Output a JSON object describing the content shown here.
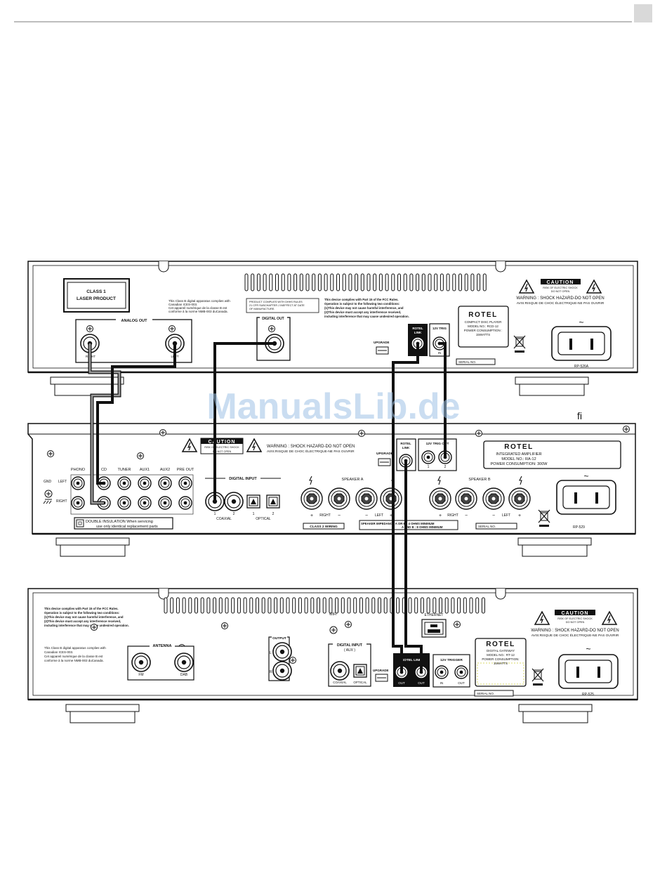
{
  "page": {
    "watermark": "ManualsLib.de",
    "stray_glyph": "ﬁ"
  },
  "cd_player": {
    "laser_label": [
      "CLASS 1",
      "LASER PRODUCT"
    ],
    "analog_out": "ANALOG OUT",
    "right": "RIGHT",
    "left": "LEFT",
    "canada_text": [
      "This Class B digital apparatus complies with",
      "Canadian ICES-003.",
      "Cet appareil numérique de la classe B est",
      "conforme à la norme NMB-003 duCanada."
    ],
    "dhhs_text": [
      "PRODUCT COMPLIES WITH DHHS RULES",
      "21 CFR SUBCHAPTER J INEFFECT AT DATE",
      "OF MANUFACTURE."
    ],
    "digital_out": "DIGITAL OUT",
    "fcc_text": [
      "This device complies with Part 15 of the FCC Rules.",
      "Operation is subject to the following two conditions:",
      "(1)This device may not cause harmful interference, and",
      "(2)This device must accept any interference received,",
      "including interference that may cause undesired operation."
    ],
    "upgrade": "UPGRADE",
    "rotel_link": [
      "ROTEL",
      "LINK"
    ],
    "in": "IN",
    "trig": "12V TRIG",
    "brand": "ROTEL",
    "spec": [
      "COMPACT DISC PLAYER",
      "MODEL NO.: RCD-12",
      "POWER CONSUMPTION :",
      "15WATTS"
    ],
    "serial": "SERIAL NO.",
    "caution": "CAUTION",
    "caution_sub": [
      "RISK OF ELECTRIC SHOCK",
      "DO NOT OPEN"
    ],
    "warning": [
      "WARNING : SHOCK HAZARD-DO NOT OPEN",
      "AVIS:RISQUE DE CHOC ÉLECTRIQUE-NE PAS OUVRIR"
    ],
    "ac": "~",
    "model": "RP-526A"
  },
  "amplifier": {
    "caution": "CAUTION",
    "caution_sub": [
      "RISK OF ELECTRIC SHOCK",
      "DO NOT OPEN"
    ],
    "warning": [
      "WARNING : SHOCK HAZARD-DO NOT OPEN",
      "AVIS:RISQUE DE CHOC ÉLECTRIQUE-NE PAS OUVRIR"
    ],
    "upgrade": "UPGRADE",
    "rotel_link": [
      "ROTEL",
      "LINK"
    ],
    "trig_out": "12V TRIG OUT",
    "trig_nums": [
      "1",
      "2"
    ],
    "brand": "ROTEL",
    "spec": [
      "INTEGRATED AMPLIFIER",
      "MODEL NO.: RA-12",
      "POWER CONSUMPTION: 300W"
    ],
    "inputs": [
      "PHONO",
      "CD",
      "TUNER",
      "AUX1",
      "AUX2",
      "PRE OUT"
    ],
    "gnd": "GND",
    "left": "LEFT",
    "right": "RIGHT",
    "digital_input": "DIGITAL INPUT",
    "coaxial": "COAXIAL",
    "optical": "OPTICAL",
    "coax_nums": [
      "1",
      "2"
    ],
    "opt_nums": [
      "1",
      "2"
    ],
    "speaker_a": "SPEAKER A",
    "speaker_b": "SPEAKER B",
    "plus": "+",
    "minus": "−",
    "spk_right": "RIGHT",
    "spk_left": "LEFT",
    "double_insulation": [
      "DOUBLE INSULATION When servicing",
      "use only identical replacement parts"
    ],
    "class2": "CLASS 2 WIRING",
    "impedance": [
      "SPEAKER IMPEDANCE  A OR B : 4 OHMS MINIMUM",
      "A AND B : 8 OHMS MINIMUM"
    ],
    "serial": "SERIAL NO.",
    "ac": "~",
    "model": "RP-529"
  },
  "gateway": {
    "fcc_text": [
      "This device complies with Part 15 of the FCC Rules.",
      "Operation is subject to the following two conditions:",
      "(1)This device may not cause harmful interference, and",
      "(2)This device must accept any interference received,",
      "including interference that may cause undesired operation."
    ],
    "canada_text": [
      "This Class B digital apparatus complies with",
      "Canadian ICES-003.",
      "Cet appareil numérique de la classe B est",
      "conforme à la norme NMB-003 duCanada."
    ],
    "antenna": "ANTENNA",
    "fm": "FM",
    "dab": "DAB",
    "output": "OUTPUT",
    "l": "L",
    "r": "R",
    "wifi": "WIFI",
    "digital_input": [
      "DIGITAL INPUT",
      "( AUX )"
    ],
    "coaxial": "COAXIAL",
    "optical": "OPTICAL",
    "upgrade": "UPGRADE",
    "rotel_link": "ROTEL LINK",
    "out": "OUT",
    "in": "IN",
    "ethernet": "ETHERNET",
    "trigger": "12V TRIGGER",
    "brand": "ROTEL",
    "spec": [
      "DIGITAL GATEWAY",
      "MODEL NO.: RT-12",
      "POWER CONSUMPTION:",
      "15WATTS"
    ],
    "serial": "SERIAL NO.",
    "caution": "CAUTION",
    "caution_sub": [
      "RISK OF ELECTRIC SHOCK",
      "DO NOT OPEN"
    ],
    "warning": [
      "WARNING : SHOCK HAZARD-DO NOT OPEN",
      "AVIS:RISQUE DE CHOC ÉLECTRIQUE-NE PAS OUVRIR"
    ],
    "ac": "~",
    "model": "RP-525"
  }
}
